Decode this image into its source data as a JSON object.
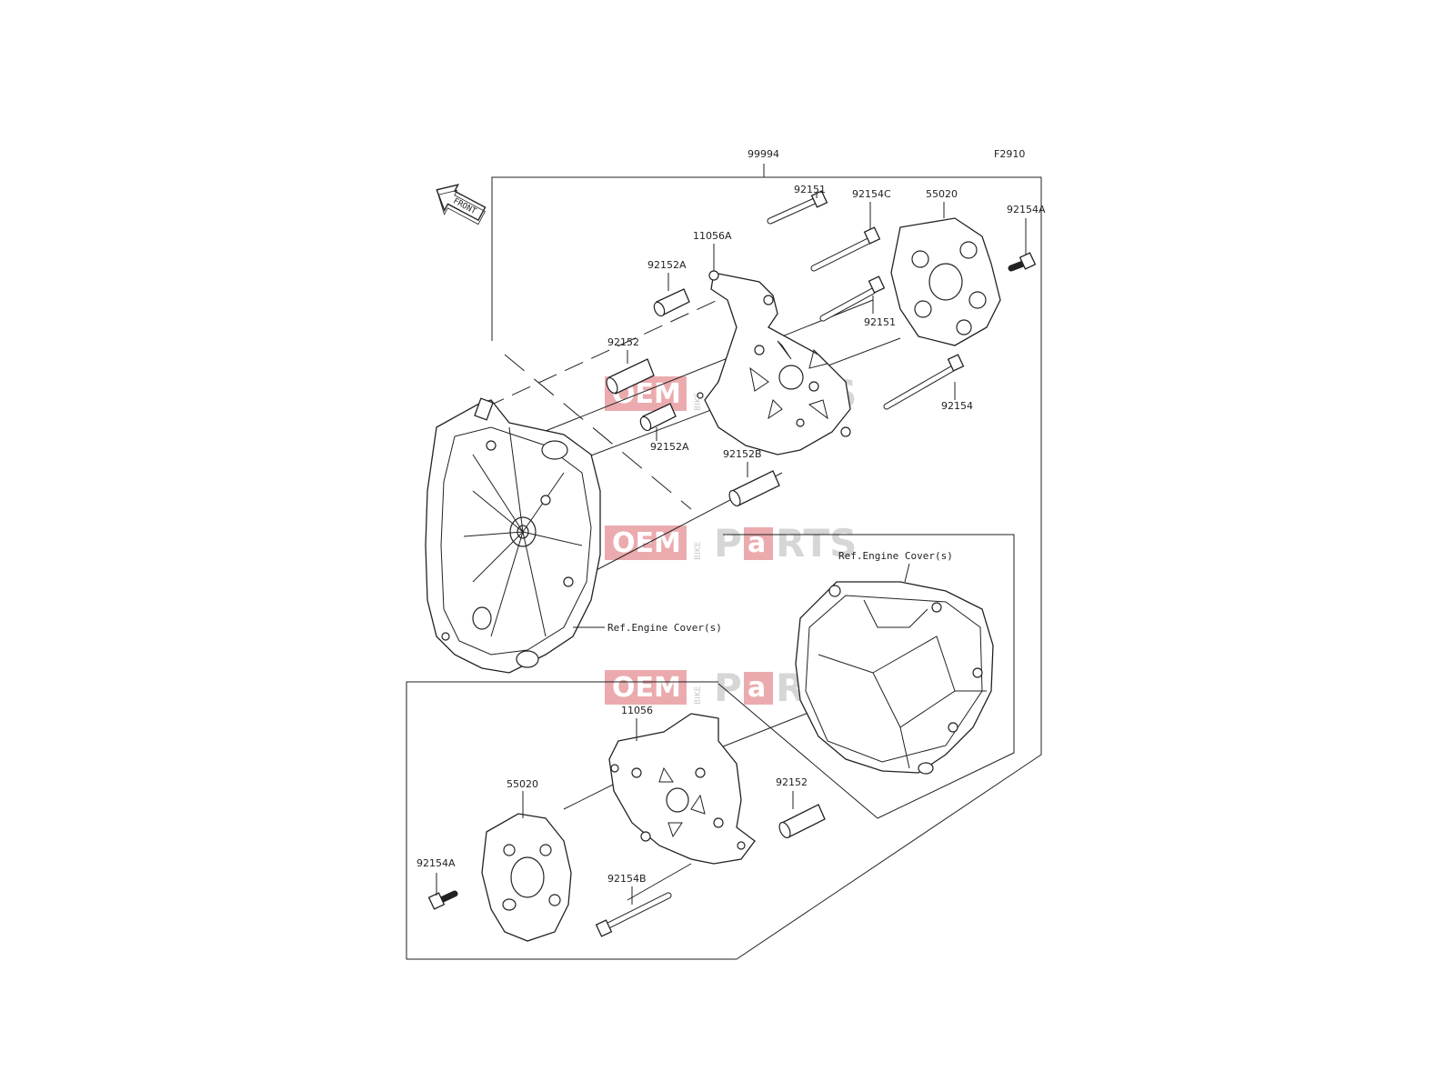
{
  "diagram": {
    "code": "F2910",
    "front_label": "FRONT",
    "assembly_label": "99994",
    "labels": {
      "p92151_top": "92151",
      "p92154C": "92154C",
      "p55020_top": "55020",
      "p92154A_top": "92154A",
      "p11056A": "11056A",
      "p92152A_top": "92152A",
      "p92151_mid": "92151",
      "p92152_top": "92152",
      "p92154": "92154",
      "p92152A_mid": "92152A",
      "p92152B": "92152B",
      "ref_engine_cover_right": "Ref.Engine Cover(s)",
      "ref_engine_cover_left": "Ref.Engine Cover(s)",
      "p11056": "11056",
      "p55020_bottom": "55020",
      "p92152_bottom": "92152",
      "p92154A_bottom": "92154A",
      "p92154B": "92154B"
    }
  },
  "watermark": {
    "oem": "OEM",
    "bike": "BIKE",
    "p": "P",
    "a": "a",
    "rts": "RTS"
  }
}
